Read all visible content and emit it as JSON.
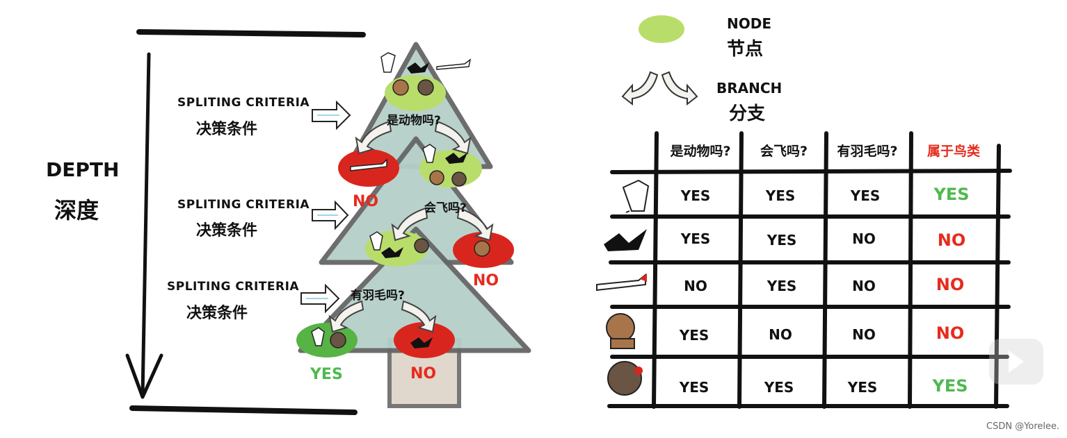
{
  "left": {
    "depth": {
      "en": "DEPTH",
      "zh": "深度"
    },
    "criteria": [
      {
        "en": "SPLITING CRITERIA",
        "zh": "决策条件"
      },
      {
        "en": "SPLITING CRITERIA",
        "zh": "决策条件"
      },
      {
        "en": "SPLITING CRITERIA",
        "zh": "决策条件"
      }
    ],
    "tree": {
      "q1": "是动物吗?",
      "q2": "会飞吗?",
      "q3": "有羽毛吗?",
      "no1": "NO",
      "no2": "NO",
      "no3": "NO",
      "yes": "YES"
    }
  },
  "legend": {
    "node": {
      "en": "NODE",
      "zh": "节点"
    },
    "branch": {
      "en": "BRANCH",
      "zh": "分支"
    }
  },
  "table": {
    "headers": [
      "是动物吗?",
      "会飞吗?",
      "有羽毛吗?",
      "属于鸟类"
    ],
    "rows": [
      {
        "animal": "bird",
        "cells": [
          "YES",
          "YES",
          "YES",
          "YES"
        ]
      },
      {
        "animal": "bat",
        "cells": [
          "YES",
          "YES",
          "NO",
          "NO"
        ]
      },
      {
        "animal": "airplane",
        "cells": [
          "NO",
          "YES",
          "NO",
          "NO"
        ]
      },
      {
        "animal": "dog",
        "cells": [
          "YES",
          "NO",
          "NO",
          "NO"
        ]
      },
      {
        "animal": "turkey",
        "cells": [
          "YES",
          "YES",
          "YES",
          "YES"
        ]
      }
    ]
  },
  "colors": {
    "node_green": "#b9dd6a",
    "leaf_green": "#56b344",
    "leaf_red": "#d8261e",
    "tree": "#b6cfc9",
    "yes_green": "#4fb94f",
    "no_red": "#e62b1e"
  },
  "watermark": "CSDN @Yorelee."
}
